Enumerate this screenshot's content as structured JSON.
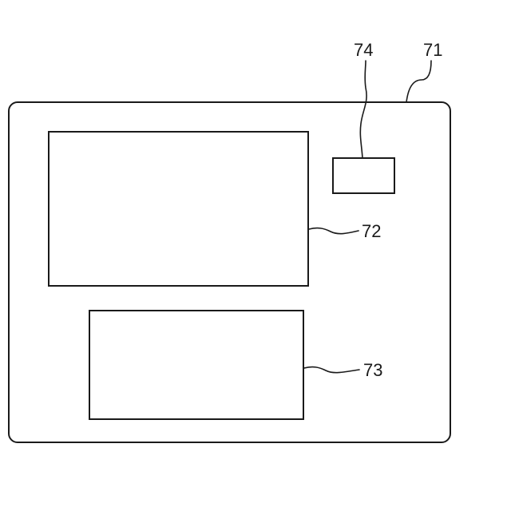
{
  "diagram": {
    "labels": {
      "device": "71",
      "upper_panel": "72",
      "lower_panel": "73",
      "small_element": "74"
    },
    "colors": {
      "stroke": "#1a1a1a",
      "background": "#ffffff"
    }
  }
}
